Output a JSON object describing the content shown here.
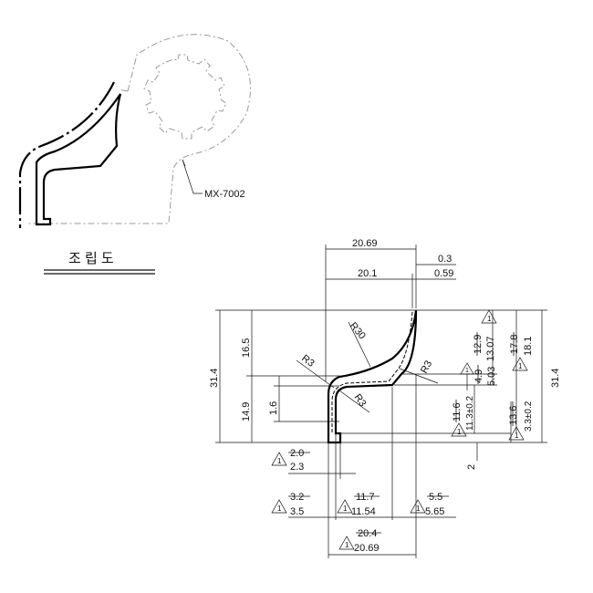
{
  "assembly": {
    "part_callout": "MX-7002",
    "title": "조 립 도"
  },
  "dimensions": {
    "top_width": "20.69",
    "top_inner_width": "20.1",
    "top_right_offset_a": "0.3",
    "top_right_offset_b": "0.59",
    "left_total_height": "31.4",
    "left_upper_height": "16.5",
    "left_lower_height": "14.9",
    "left_small_height": "1.6",
    "right_total_height": "31.4",
    "radius_main": "R30",
    "radius_left_upper": "R3",
    "radius_right": "R3",
    "radius_inner": "R3",
    "bottom_offset": "2"
  },
  "revisions": {
    "symbol": "1",
    "r_13": {
      "old": "12.9",
      "new": "13.07"
    },
    "r_18": {
      "old": "17.8",
      "new": "18.1"
    },
    "r_5": {
      "old": "4.9",
      "new": "5.03"
    },
    "r_11": {
      "old": "11.6",
      "new": "11.3±0.2"
    },
    "r_3": {
      "old": "13.6",
      "new": "3.3±0.2"
    },
    "b_2": {
      "old": "2.0",
      "new": "2.3"
    },
    "b_3": {
      "old": "3.2",
      "new": "3.5"
    },
    "b_11": {
      "old": "11.7",
      "new": "11.54"
    },
    "b_5": {
      "old": "5.5",
      "new": "5.65"
    },
    "b_20": {
      "old": "20.4",
      "new": "20.69"
    }
  }
}
